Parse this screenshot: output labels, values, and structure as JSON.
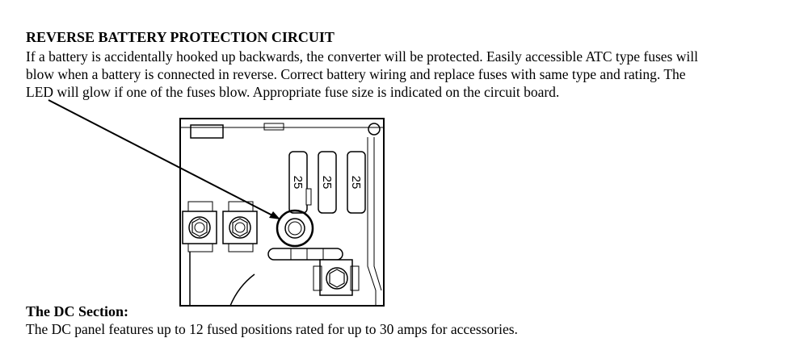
{
  "section1": {
    "heading": "REVERSE BATTERY PROTECTION CIRCUIT",
    "lines": [
      "If a battery is accidentally hooked up backwards, the converter will be protected. Easily accessible ATC type fuses will",
      "blow when a battery is connected in reverse.   Correct battery wiring and replace fuses with same type and rating. The",
      "LED will glow if one of the fuses blow. Appropriate fuse size is indicated on the circuit board."
    ]
  },
  "diagram": {
    "fuse_ratings": [
      "25",
      "25",
      "25"
    ]
  },
  "section2": {
    "heading": "The DC Section:",
    "text": "The DC panel features up to 12 fused positions rated for up to 30 amps for accessories."
  }
}
